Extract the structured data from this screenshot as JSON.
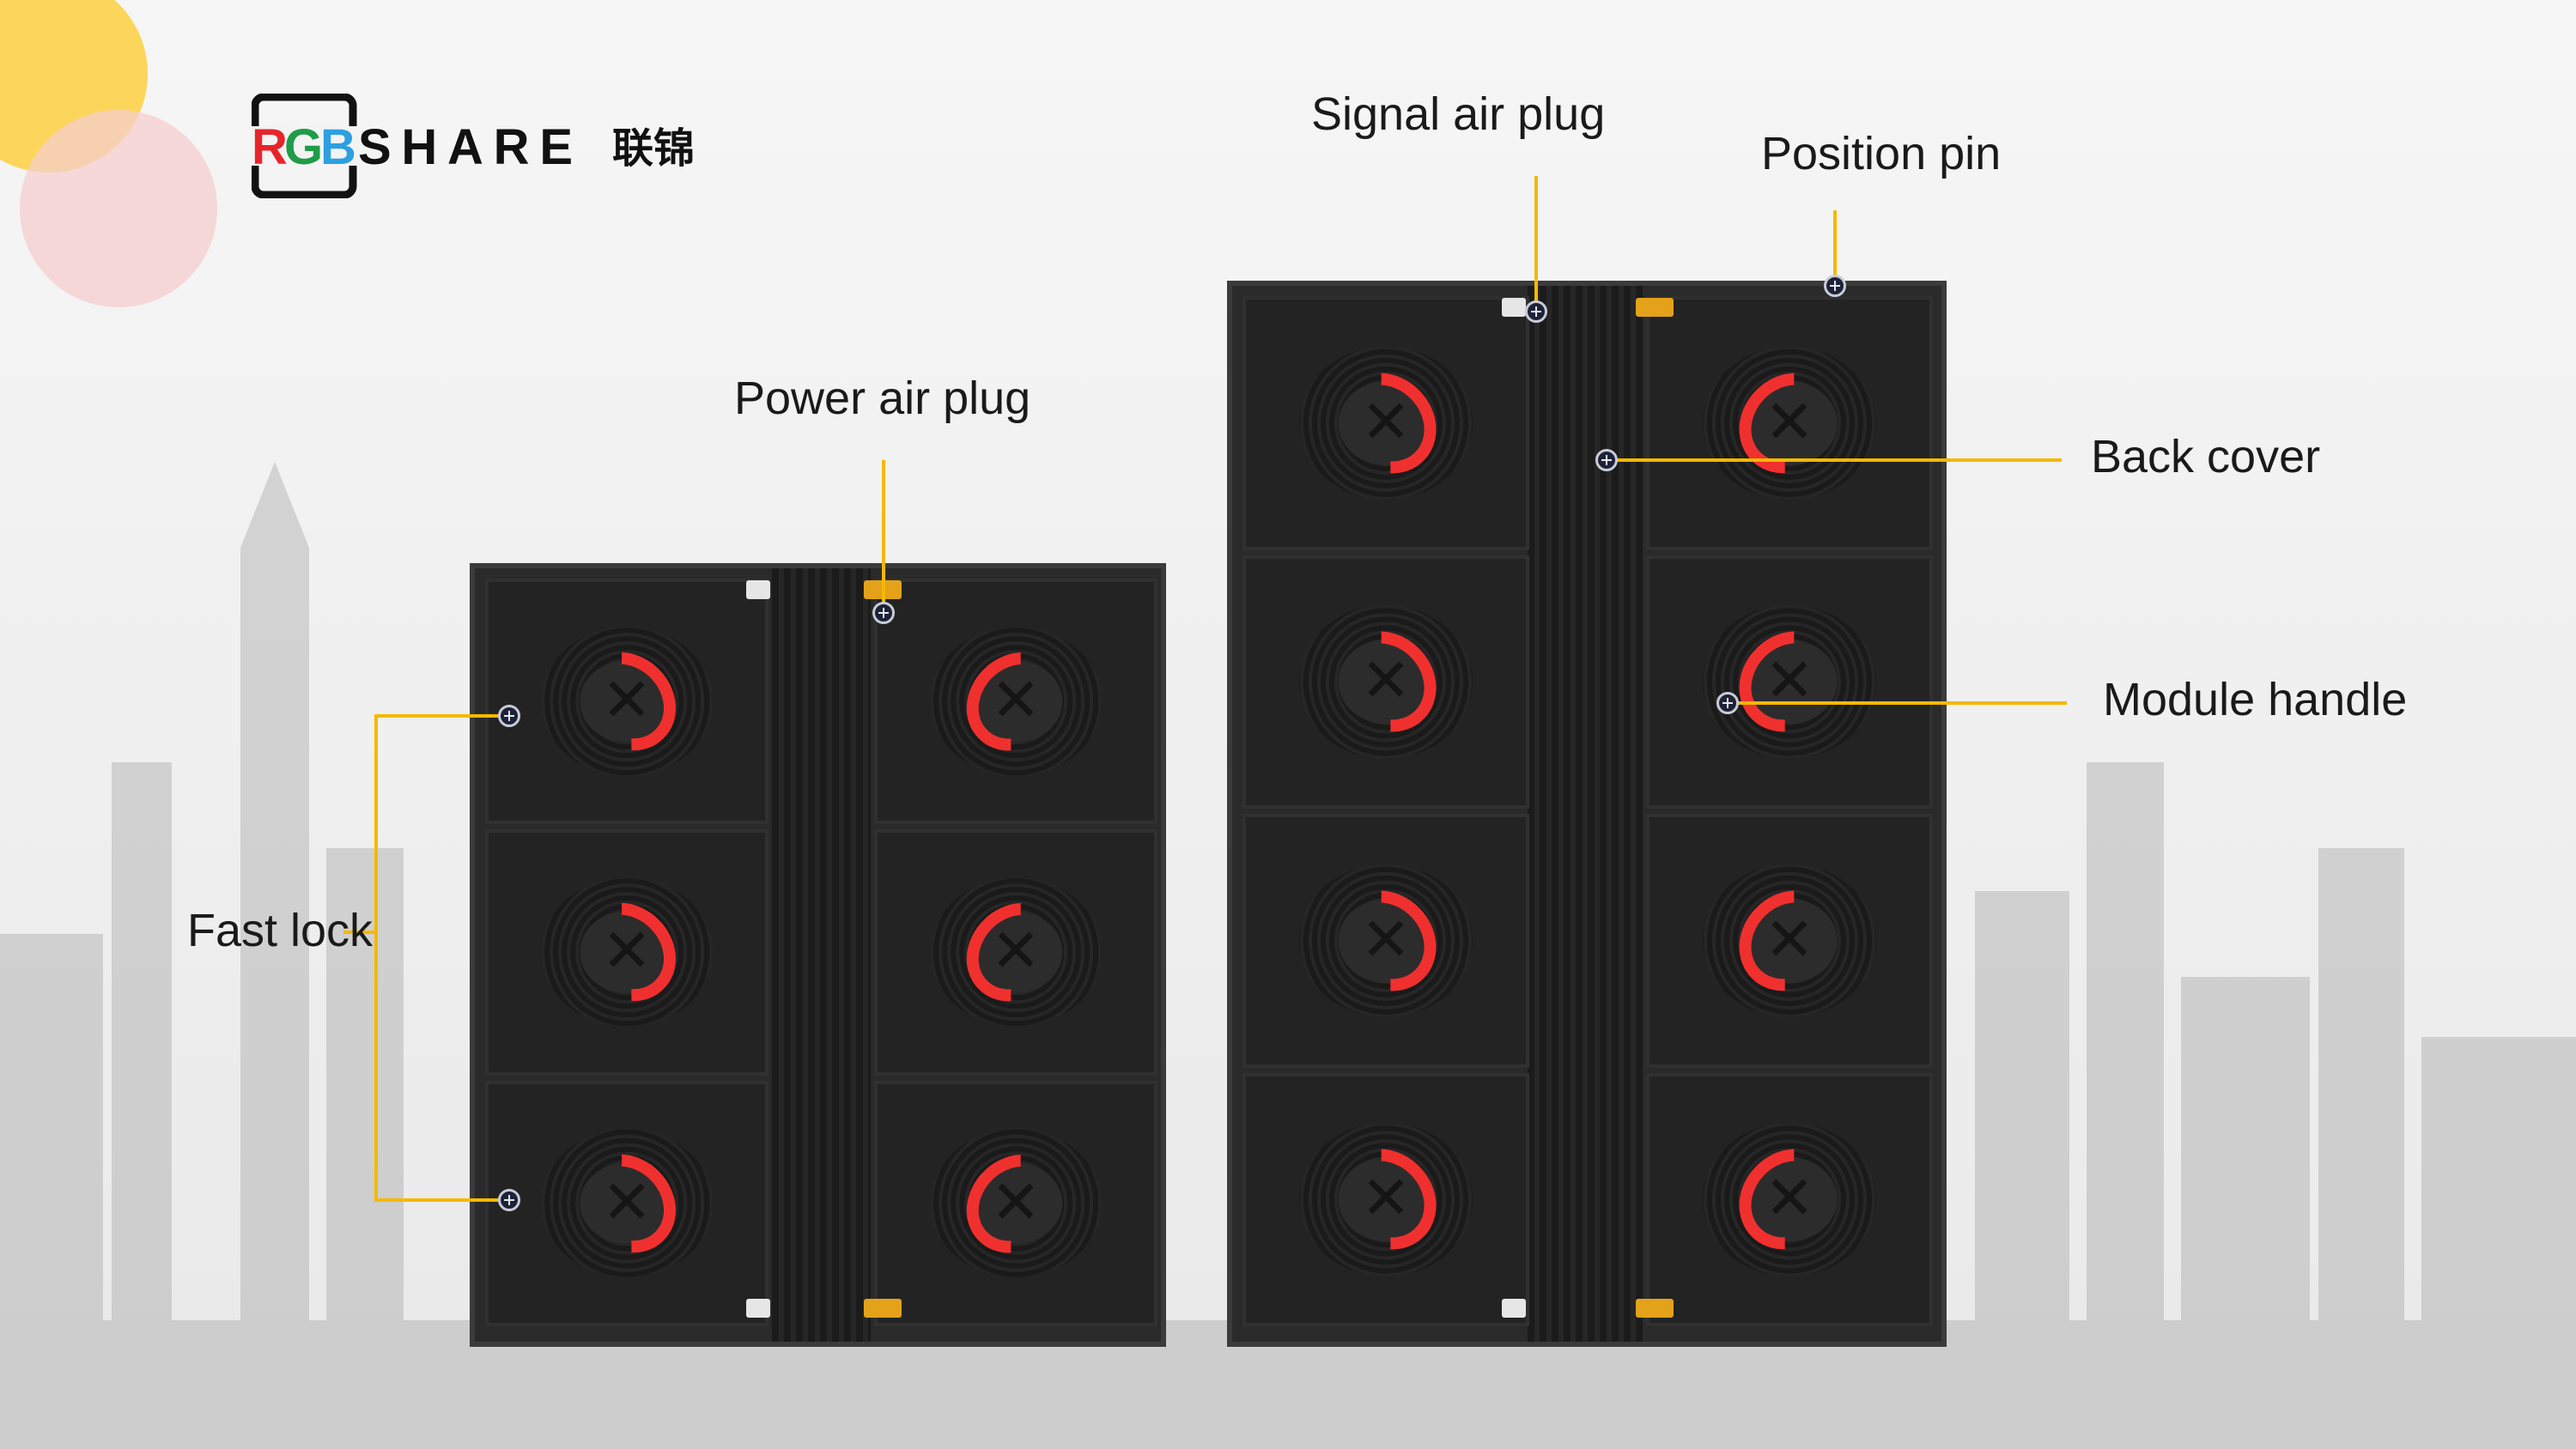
{
  "brand": {
    "logo_text": "RGBSHARE联锦",
    "colors": {
      "r": "#e8242b",
      "g": "#1f9c48",
      "b": "#2d9fe0",
      "dark": "#111111"
    }
  },
  "accent_color": "#f5b800",
  "labels": {
    "signal_air_plug": "Signal air plug",
    "position_pin": "Position pin",
    "power_air_plug": "Power air plug",
    "back_cover": "Back cover",
    "module_handle": "Module handle",
    "fast_lock": "Fast lock"
  }
}
